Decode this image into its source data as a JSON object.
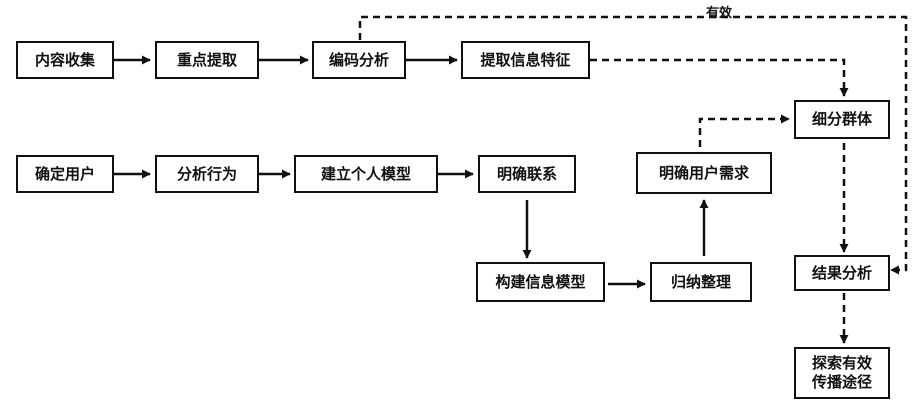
{
  "nodes": {
    "content_collect": "内容收集",
    "key_extract": "重点提取",
    "encode_analyze": "编码分析",
    "extract_features": "提取信息特征",
    "determine_users": "确定用户",
    "analyze_behavior": "分析行为",
    "build_personal_model": "建立个人模型",
    "clarify_links": "明确联系",
    "build_info_model": "构建信息模型",
    "summarize": "归纳整理",
    "clarify_needs": "明确用户需求",
    "segment_groups": "细分群体",
    "result_analysis": "结果分析",
    "explore_line1": "探索有效",
    "explore_line2": "传播途径"
  },
  "edge_labels": {
    "effective": "有效"
  },
  "colors": {
    "stroke": "#111111",
    "fill": "#ffffff"
  }
}
